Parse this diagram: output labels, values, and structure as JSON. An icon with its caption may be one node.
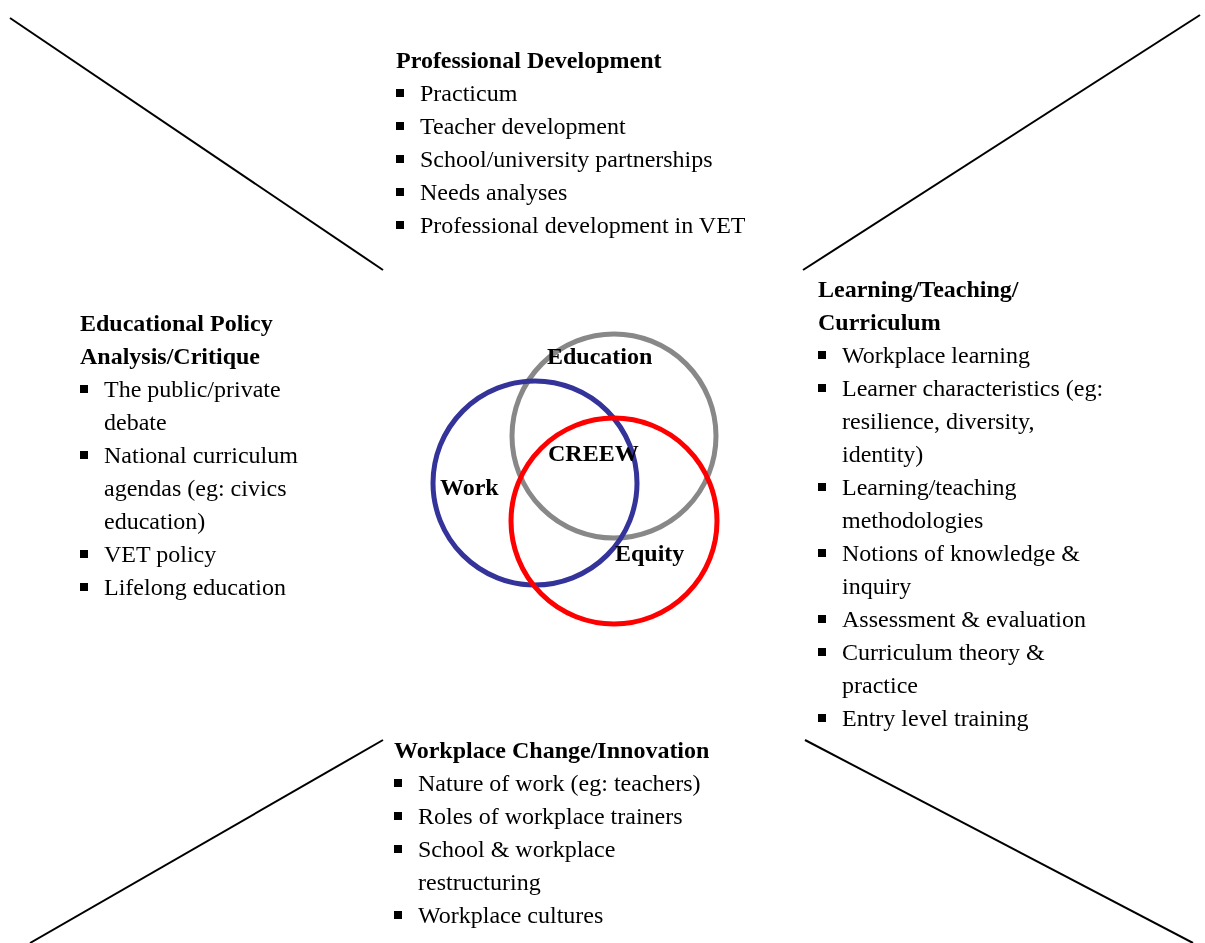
{
  "diagram": {
    "nodes": [
      {
        "text": [
          "Education"
        ]
      },
      {
        "text": [
          "Work"
        ]
      },
      {
        "text": [
          "Equity"
        ]
      }
    ],
    "edges": [],
    "labels": [
      "Professional Development",
      "Practicum",
      "Teacher development",
      "School/university partnerships",
      "Needs analyses",
      "Professional development in VET",
      "Educational Policy Analysis/Critique",
      "The public/private debate",
      "National curriculum agendas (eg: civics education)",
      "VET policy",
      "Lifelong education",
      "Learning/Teaching/ Curriculum",
      "Workplace learning",
      "Learner characteristics (eg: resilience, diversity, identity)",
      "Learning/teaching methodologies",
      "Notions of knowledge & inquiry",
      "Assessment & evaluation",
      "Curriculum theory & practice",
      "Entry level training",
      "CREEW",
      "Workplace Change/Innovation",
      "Nature of work (eg: teachers)",
      "Roles of workplace trainers",
      "School & workplace restructuring",
      "Workplace cultures"
    ]
  }
}
